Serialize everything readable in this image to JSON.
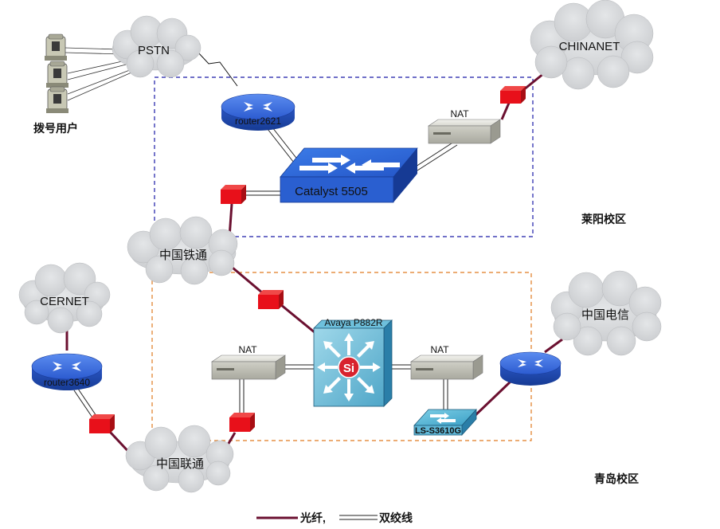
{
  "clouds": {
    "pstn": "PSTN",
    "chinanet": "CHINANET",
    "cnc": "中国铁通",
    "cernet": "CERNET",
    "telecom": "中国电信",
    "unicom": "中国联通"
  },
  "devices": {
    "router_top": "router2621",
    "router_left": "router3640",
    "catalyst": "Catalyst 5505",
    "avaya": "Avaya P882R",
    "avaya_center": "Si",
    "nat_top": "NAT",
    "nat_left": "NAT",
    "nat_right": "NAT",
    "ls_switch": "LS-S3610G"
  },
  "labels": {
    "dialup_users": "拨号用户",
    "campus_laiyang": "莱阳校区",
    "campus_qingdao": "青岛校区"
  },
  "legend": {
    "fiber": "光纤,",
    "twisted_pair": "双绞线"
  },
  "colors": {
    "fiber": "#6b1030",
    "connector": "#e8101a",
    "laiyang_border": "#1a1aa8",
    "qingdao_border": "#e07a20",
    "switch_blue": "#2a5fd0",
    "cloud": "#d4d6d8"
  }
}
